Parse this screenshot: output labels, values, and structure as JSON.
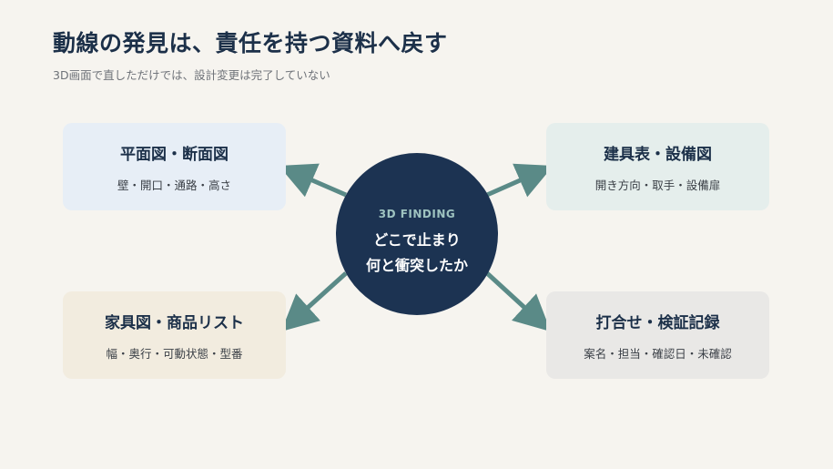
{
  "header": {
    "title": "動線の発見は、責任を持つ資料へ戻す",
    "subtitle": "3D画面で直しただけでは、設計変更は完了していない"
  },
  "center": {
    "label": "3D FINDING",
    "line1": "どこで止まり",
    "line2": "何と衝突したか"
  },
  "cards": {
    "top_left": {
      "title": "平面図・断面図",
      "desc": "壁・開口・通路・高さ"
    },
    "top_right": {
      "title": "建具表・設備図",
      "desc": "開き方向・取手・設備扉"
    },
    "bottom_left": {
      "title": "家具図・商品リスト",
      "desc": "幅・奥行・可動状態・型番"
    },
    "bottom_right": {
      "title": "打合せ・検証記録",
      "desc": "案名・担当・確認日・未確認"
    }
  },
  "colors": {
    "background": "#f6f4ef",
    "navy": "#1c3352",
    "arrow": "#5a8a87",
    "card_blue": "#e7eef6",
    "card_green": "#e5eeec",
    "card_beige": "#f2ecdf",
    "card_gray": "#e9e8e6"
  }
}
